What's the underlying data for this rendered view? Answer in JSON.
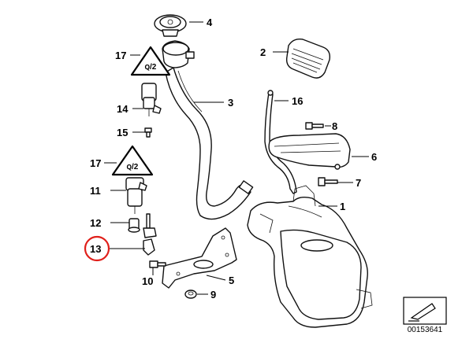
{
  "diagram": {
    "callouts": [
      {
        "id": "1",
        "label": "1"
      },
      {
        "id": "2",
        "label": "2"
      },
      {
        "id": "3",
        "label": "3"
      },
      {
        "id": "4",
        "label": "4"
      },
      {
        "id": "5",
        "label": "5"
      },
      {
        "id": "6",
        "label": "6"
      },
      {
        "id": "7",
        "label": "7"
      },
      {
        "id": "8",
        "label": "8"
      },
      {
        "id": "9",
        "label": "9"
      },
      {
        "id": "10",
        "label": "10"
      },
      {
        "id": "11",
        "label": "11"
      },
      {
        "id": "12",
        "label": "12"
      },
      {
        "id": "13",
        "label": "13"
      },
      {
        "id": "14",
        "label": "14"
      },
      {
        "id": "15",
        "label": "15"
      },
      {
        "id": "16",
        "label": "16"
      },
      {
        "id": "17a",
        "label": "17"
      },
      {
        "id": "17b",
        "label": "17"
      }
    ],
    "highlighted_callout": "13",
    "highlight_color": "#e0201b",
    "reference_number": "00153641",
    "warning_triangle_text": "ꞯ/2"
  }
}
